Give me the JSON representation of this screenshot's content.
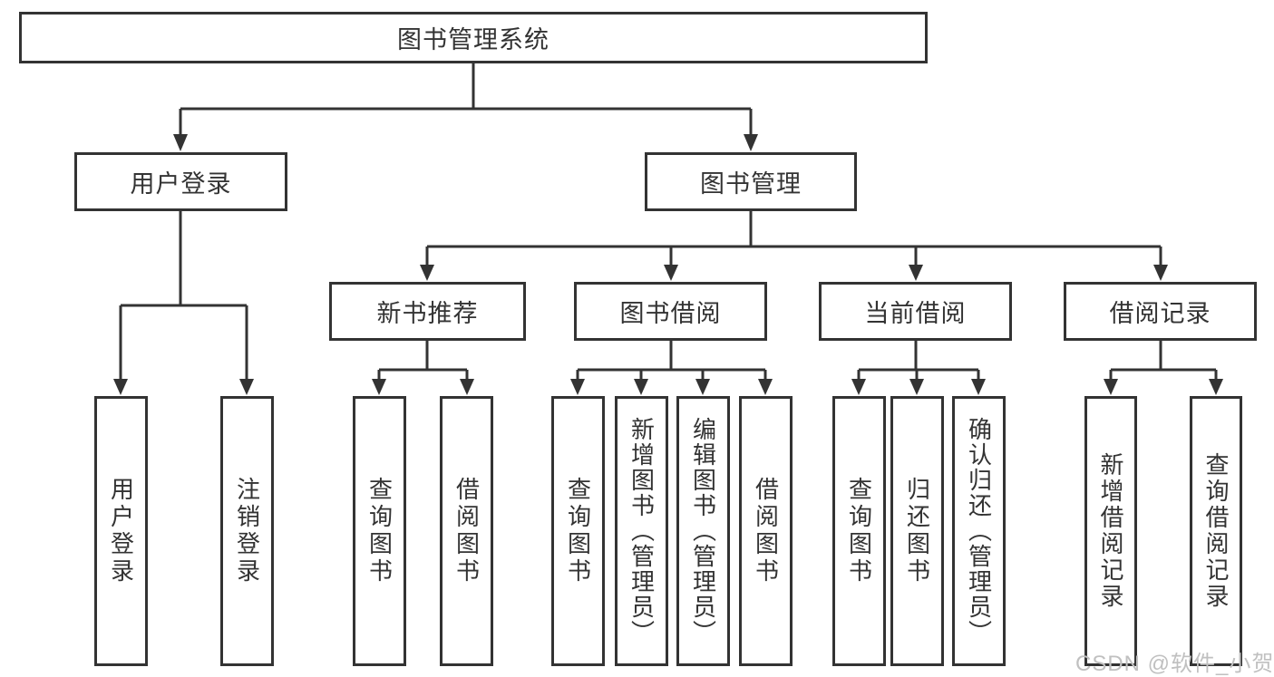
{
  "diagram": {
    "root": {
      "label": "图书管理系统",
      "children": [
        {
          "label": "用户登录",
          "children": [
            {
              "label": "用户登录"
            },
            {
              "label": "注销登录"
            }
          ]
        },
        {
          "label": "图书管理",
          "children": [
            {
              "label": "新书推荐",
              "children": [
                {
                  "label": "查询图书"
                },
                {
                  "label": "借阅图书"
                }
              ]
            },
            {
              "label": "图书借阅",
              "children": [
                {
                  "label": "查询图书"
                },
                {
                  "label": "新增图书（管理员）"
                },
                {
                  "label": "编辑图书（管理员）"
                },
                {
                  "label": "借阅图书"
                }
              ]
            },
            {
              "label": "当前借阅",
              "children": [
                {
                  "label": "查询图书"
                },
                {
                  "label": "归还图书"
                },
                {
                  "label": "确认归还（管理员）"
                }
              ]
            },
            {
              "label": "借阅记录",
              "children": [
                {
                  "label": "新增借阅记录"
                },
                {
                  "label": "查询借阅记录"
                }
              ]
            }
          ]
        }
      ]
    }
  },
  "watermark": "CSDN @软件_小贺同学",
  "colors": {
    "line": "#333333",
    "text": "#333333",
    "box_background": "#ffffff",
    "watermark": "#c0c0c0"
  }
}
